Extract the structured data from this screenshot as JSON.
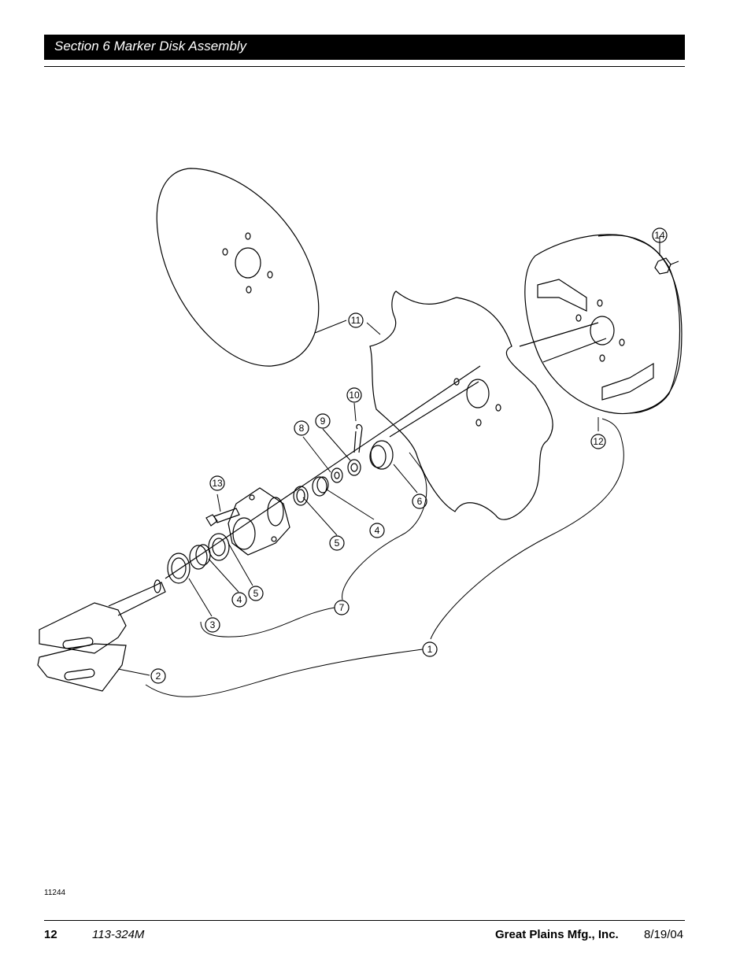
{
  "header": {
    "title": "Section 6 Marker Disk Assembly"
  },
  "figure": {
    "number": "11244",
    "callouts": [
      "1",
      "2",
      "3",
      "4",
      "4",
      "5",
      "5",
      "6",
      "7",
      "8",
      "9",
      "10",
      "11",
      "12",
      "13",
      "14"
    ]
  },
  "footer": {
    "page": "12",
    "doc_number": "113-324M",
    "company": "Great Plains Mfg., Inc.",
    "date": "8/19/04"
  }
}
